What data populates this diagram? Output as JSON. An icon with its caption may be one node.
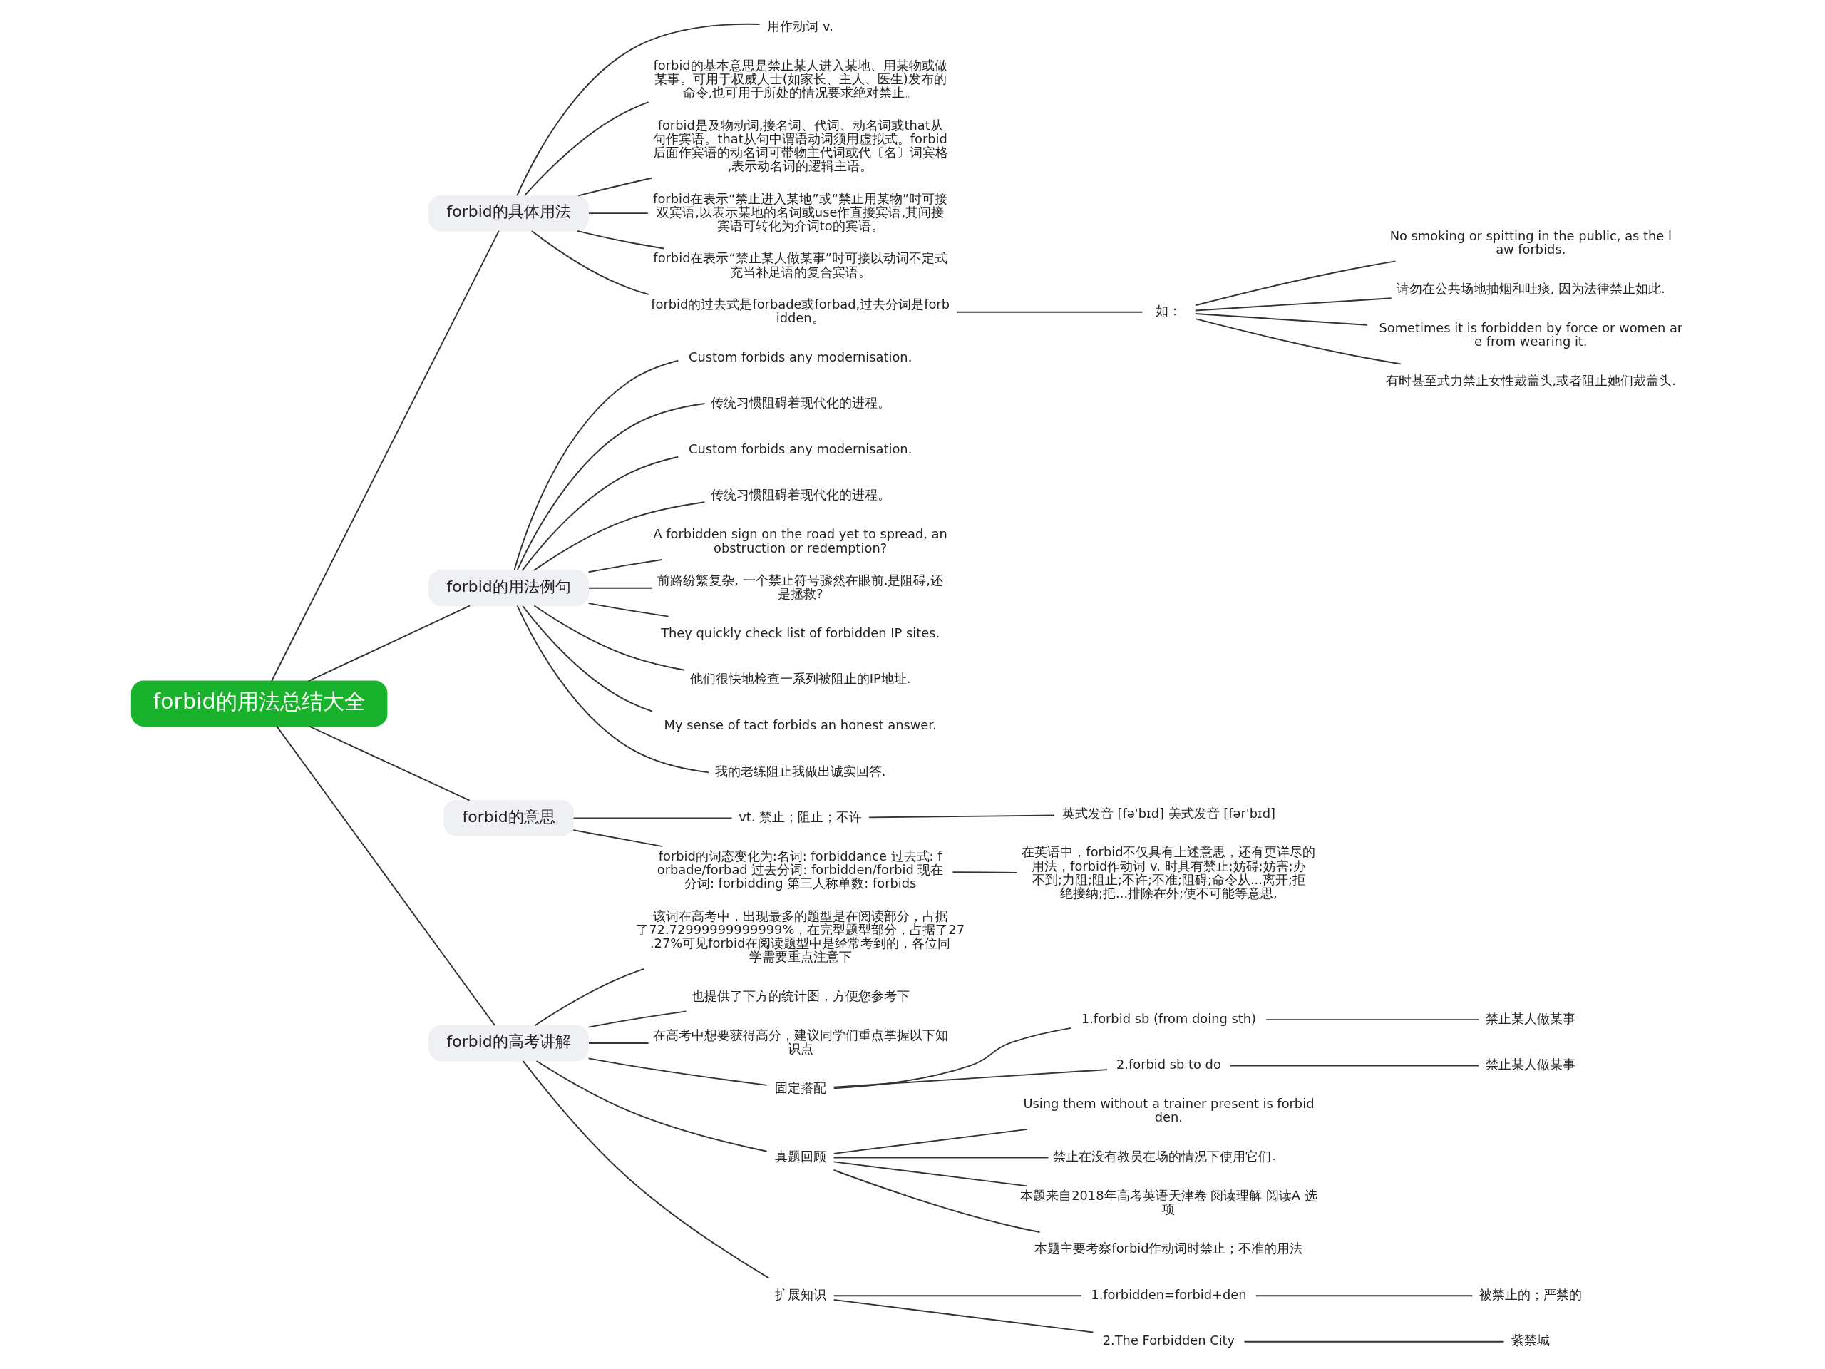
{
  "diagram": {
    "nodes": [
      {
        "text": [
          "forbid的用法总结大全"
        ]
      },
      {
        "text": [
          "forbid的具体用法"
        ]
      },
      {
        "text": [
          "用作动词 v."
        ]
      },
      {
        "text": [
          "forbid的基本意思是禁止某人进入某地、用某物或做某事。可用于权威人士(如家长、主人、医生)发布的命令,也可用于所处的情况要求绝对禁止。"
        ]
      },
      {
        "text": [
          "forbid是及物动词,接名词、代词、动名词或that从句作宾语。that从句中谓语动词须用虚拟式。forbid后面作宾语的动名词可带物主代词或代〔名〕词宾格,表示动名词的逻辑主语。"
        ]
      },
      {
        "text": [
          "forbid在表示“禁止进入某地”或“禁止用某物”时可接双宾语,以表示某地的名词或use作直接宾语,其间接宾语可转化为介词to的宾语。"
        ]
      },
      {
        "text": [
          "forbid在表示“禁止某人做某事”时可接以动词不定式充当补足语的复合宾语。"
        ]
      },
      {
        "text": [
          "forbid的过去式是forbade或forbad,过去分词是forbidden。"
        ]
      },
      {
        "text": [
          "如："
        ]
      },
      {
        "text": [
          "No smoking or spitting in the public, as the law forbids."
        ]
      },
      {
        "text": [
          "请勿在公共场地抽烟和吐痰, 因为法律禁止如此."
        ]
      },
      {
        "text": [
          "Sometimes it is forbidden by force or women are from wearing it."
        ]
      },
      {
        "text": [
          "有时甚至武力禁止女性戴盖头,或者阻止她们戴盖头."
        ]
      },
      {
        "text": [
          "forbid的用法例句"
        ]
      },
      {
        "text": [
          "Custom forbids any modernisation."
        ]
      },
      {
        "text": [
          "传统习惯阻碍着现代化的进程。"
        ]
      },
      {
        "text": [
          "Custom forbids any modernisation."
        ]
      },
      {
        "text": [
          "传统习惯阻碍着现代化的进程。"
        ]
      },
      {
        "text": [
          "A forbidden sign on the road yet to spread, an obstruction or redemption?"
        ]
      },
      {
        "text": [
          "前路纷繁复杂, 一个禁止符号骤然在眼前.是阻碍,还是拯救?"
        ]
      },
      {
        "text": [
          "They quickly check list of forbidden IP sites."
        ]
      },
      {
        "text": [
          "他们很快地检查一系列被阻止的IP地址."
        ]
      },
      {
        "text": [
          "My sense of tact forbids an honest answer."
        ]
      },
      {
        "text": [
          "我的老练阻止我做出诚实回答."
        ]
      },
      {
        "text": [
          "forbid的意思"
        ]
      },
      {
        "text": [
          "vt. 禁止；阻止；不许"
        ]
      },
      {
        "text": [
          "英式发音 [fə'bɪd] 美式发音 [fər'bɪd]"
        ]
      },
      {
        "text": [
          "forbid的词态变化为:名词: forbiddance 过去式: forbade/forbad 过去分词: forbidden/forbid 现在分词: forbidding 第三人称单数: forbids"
        ]
      },
      {
        "text": [
          "在英语中，forbid不仅具有上述意思，还有更详尽的用法，forbid作动词 v. 时具有禁止;妨碍;妨害;办不到;力阻;阻止;不许;不准;阻碍;命令从...离开;拒绝接纳;把...排除在外;使不可能等意思,"
        ]
      },
      {
        "text": [
          "forbid的高考讲解"
        ]
      },
      {
        "text": [
          "该词在高考中，出现最多的题型是在阅读部分，占据了72.72999999999999%，在完型题型部分，占据了27.27%可见forbid在阅读题型中是经常考到的，各位同学需要重点注意下"
        ]
      },
      {
        "text": [
          "也提供了下方的统计图，方便您参考下"
        ]
      },
      {
        "text": [
          "在高考中想要获得高分，建议同学们重点掌握以下知识点"
        ]
      },
      {
        "text": [
          "固定搭配"
        ]
      },
      {
        "text": [
          "1.forbid sb (from doing sth)"
        ]
      },
      {
        "text": [
          "禁止某人做某事"
        ]
      },
      {
        "text": [
          "2.forbid sb to do"
        ]
      },
      {
        "text": [
          "禁止某人做某事"
        ]
      },
      {
        "text": [
          "真题回顾"
        ]
      },
      {
        "text": [
          "Using them without a trainer present is forbidden."
        ]
      },
      {
        "text": [
          "禁止在没有教员在场的情况下使用它们。"
        ]
      },
      {
        "text": [
          "本题来自2018年高考英语天津卷 阅读理解 阅读A 选项"
        ]
      },
      {
        "text": [
          "本题主要考察forbid作动词时禁止；不准的用法"
        ]
      },
      {
        "text": [
          "扩展知识"
        ]
      },
      {
        "text": [
          "1.forbidden=forbid+den"
        ]
      },
      {
        "text": [
          "被禁止的；严禁的"
        ]
      },
      {
        "text": [
          "2.The Forbidden City"
        ]
      },
      {
        "text": [
          "紫禁城"
        ]
      }
    ],
    "edges": [
      {
        "from": 0,
        "to": 1,
        "arrow": "none"
      },
      {
        "from": 1,
        "to": 2,
        "arrow": "none"
      },
      {
        "from": 1,
        "to": 3,
        "arrow": "none"
      },
      {
        "from": 1,
        "to": 4,
        "arrow": "none"
      },
      {
        "from": 1,
        "to": 5,
        "arrow": "none"
      },
      {
        "from": 1,
        "to": 6,
        "arrow": "none"
      },
      {
        "from": 1,
        "to": 7,
        "arrow": "none"
      },
      {
        "from": 7,
        "to": 8,
        "arrow": "none"
      },
      {
        "from": 8,
        "to": 9,
        "arrow": "none"
      },
      {
        "from": 8,
        "to": 10,
        "arrow": "none"
      },
      {
        "from": 8,
        "to": 11,
        "arrow": "none"
      },
      {
        "from": 8,
        "to": 12,
        "arrow": "none"
      },
      {
        "from": 0,
        "to": 13,
        "arrow": "none"
      },
      {
        "from": 13,
        "to": 14,
        "arrow": "none"
      },
      {
        "from": 13,
        "to": 15,
        "arrow": "none"
      },
      {
        "from": 13,
        "to": 16,
        "arrow": "none"
      },
      {
        "from": 13,
        "to": 17,
        "arrow": "none"
      },
      {
        "from": 13,
        "to": 18,
        "arrow": "none"
      },
      {
        "from": 13,
        "to": 19,
        "arrow": "none"
      },
      {
        "from": 13,
        "to": 20,
        "arrow": "none"
      },
      {
        "from": 13,
        "to": 21,
        "arrow": "none"
      },
      {
        "from": 13,
        "to": 22,
        "arrow": "none"
      },
      {
        "from": 13,
        "to": 23,
        "arrow": "none"
      },
      {
        "from": 0,
        "to": 24,
        "arrow": "none"
      },
      {
        "from": 24,
        "to": 25,
        "arrow": "none"
      },
      {
        "from": 25,
        "to": 26,
        "arrow": "none"
      },
      {
        "from": 24,
        "to": 27,
        "arrow": "none"
      },
      {
        "from": 27,
        "to": 28,
        "arrow": "none"
      },
      {
        "from": 0,
        "to": 29,
        "arrow": "none"
      },
      {
        "from": 29,
        "to": 30,
        "arrow": "none"
      },
      {
        "from": 29,
        "to": 31,
        "arrow": "none"
      },
      {
        "from": 29,
        "to": 32,
        "arrow": "none"
      },
      {
        "from": 29,
        "to": 33,
        "arrow": "none"
      },
      {
        "from": 33,
        "to": 34,
        "arrow": "none"
      },
      {
        "from": 34,
        "to": 35,
        "arrow": "none"
      },
      {
        "from": 33,
        "to": 36,
        "arrow": "none"
      },
      {
        "from": 36,
        "to": 37,
        "arrow": "none"
      },
      {
        "from": 29,
        "to": 38,
        "arrow": "none"
      },
      {
        "from": 38,
        "to": 39,
        "arrow": "none"
      },
      {
        "from": 38,
        "to": 40,
        "arrow": "none"
      },
      {
        "from": 38,
        "to": 41,
        "arrow": "none"
      },
      {
        "from": 38,
        "to": 42,
        "arrow": "none"
      },
      {
        "from": 29,
        "to": 43,
        "arrow": "none"
      },
      {
        "from": 43,
        "to": 44,
        "arrow": "none"
      },
      {
        "from": 44,
        "to": 45,
        "arrow": "none"
      },
      {
        "from": 43,
        "to": 46,
        "arrow": "none"
      },
      {
        "from": 46,
        "to": 47,
        "arrow": "none"
      }
    ]
  }
}
